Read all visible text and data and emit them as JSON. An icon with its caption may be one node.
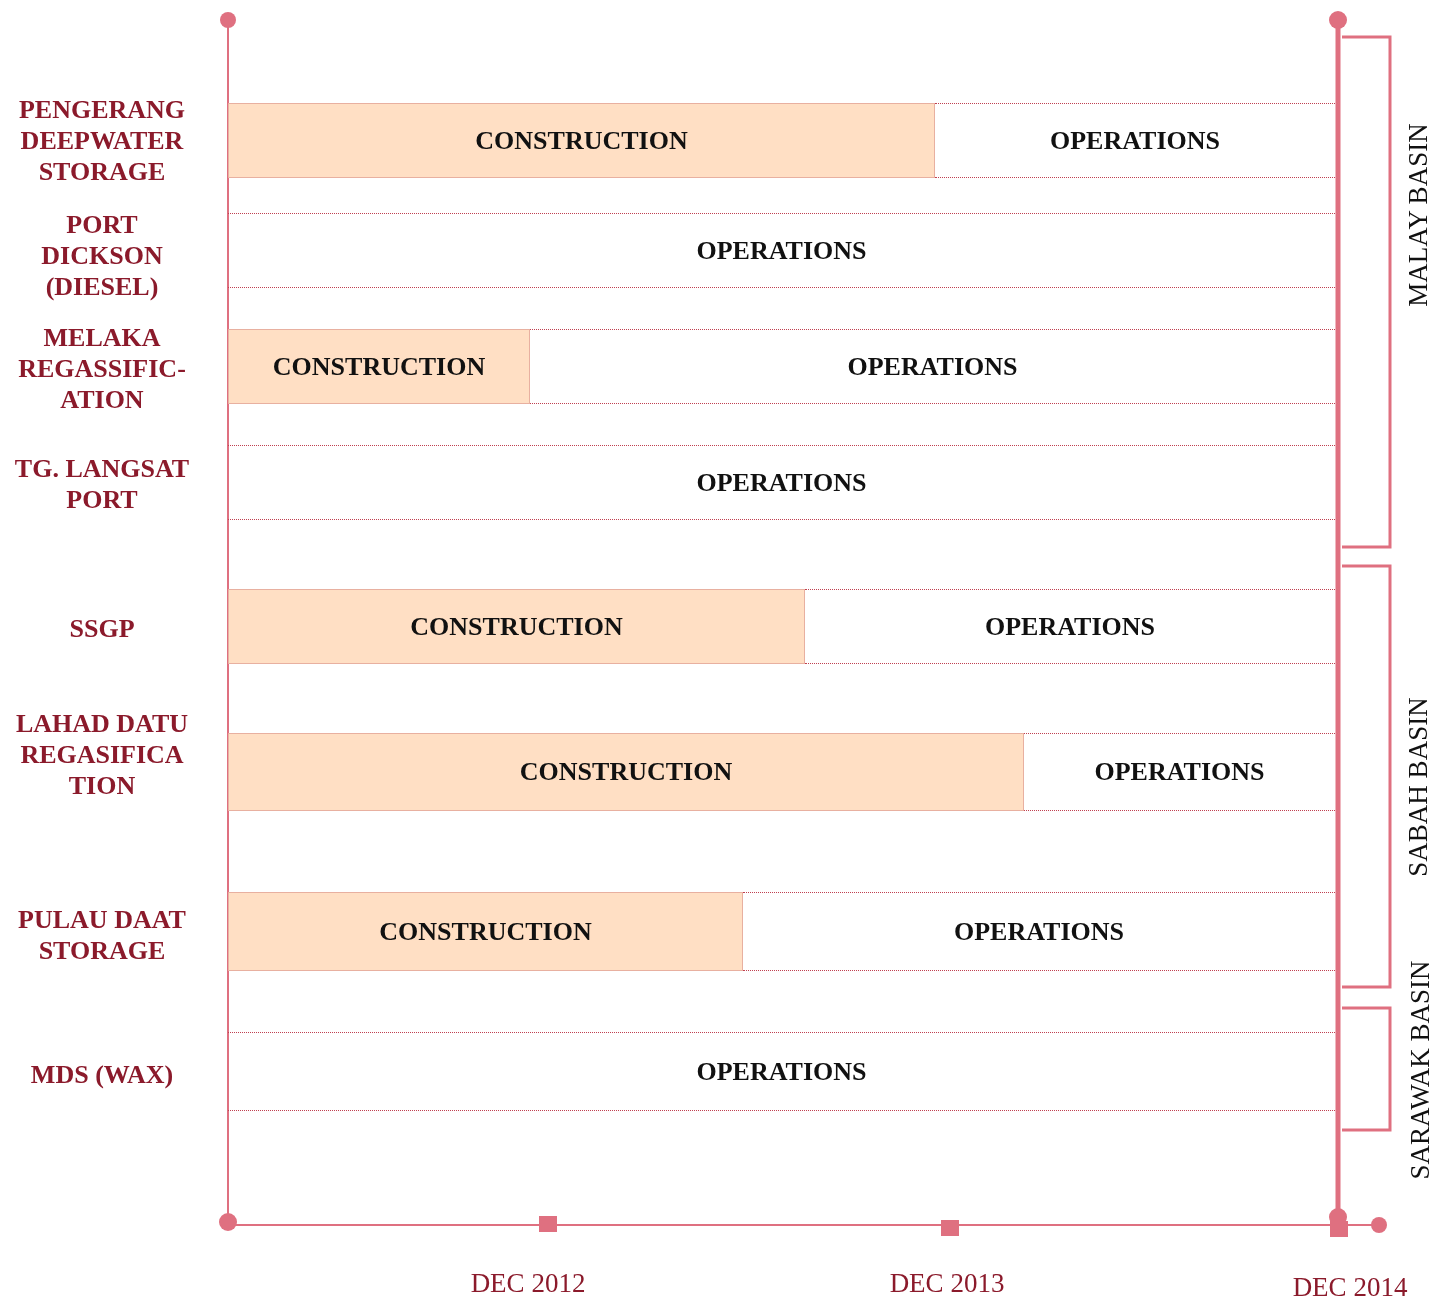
{
  "diagram": {
    "nodes": [
      {
        "text": [
          "CONSTRUCTION"
        ]
      },
      {
        "text": [
          "OPERATIONS"
        ]
      },
      {
        "text": [
          "OPERATIONS"
        ]
      },
      {
        "text": [
          "CONSTRUCTION"
        ]
      },
      {
        "text": [
          "OPERATIONS"
        ]
      },
      {
        "text": [
          "OPERATIONS"
        ]
      },
      {
        "text": [
          "CONSTRUCTION"
        ]
      },
      {
        "text": [
          "OPERATIONS"
        ]
      },
      {
        "text": [
          "CONSTRUCTION"
        ]
      },
      {
        "text": [
          "OPERATIONS"
        ]
      },
      {
        "text": [
          "CONSTRUCTION"
        ]
      },
      {
        "text": [
          "OPERATIONS"
        ]
      },
      {
        "text": [
          "OPERATIONS"
        ]
      }
    ],
    "labels": [
      "PENGERANG DEEPWATER STORAGE",
      "PORT DICKSON (DIESEL)",
      "MELAKA REGASSIFIC- ATION",
      "TG. LANGSAT PORT",
      "SSGP",
      "LAHAD DATU REGASIFICA TION",
      "PULAU DAAT STORAGE",
      "MDS (WAX)",
      "MALAY BASIN",
      "SABAH BASIN",
      "SARAWAK BASIN",
      "DEC 2012",
      "DEC 2013",
      "DEC 2014"
    ]
  }
}
